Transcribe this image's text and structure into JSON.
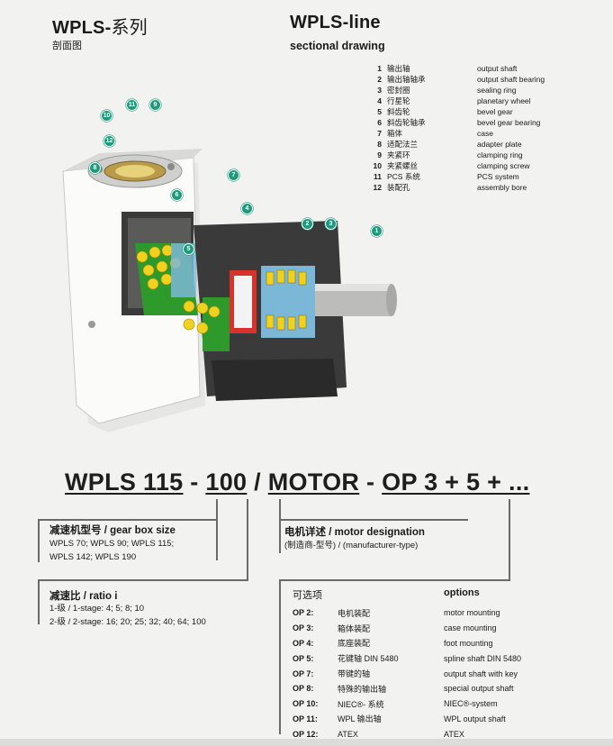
{
  "header_left": {
    "title_latin": "WPLS",
    "title_sep": "-",
    "title_cn": "系列",
    "subtitle": "剖面图"
  },
  "header_right": {
    "title_latin": "WPLS",
    "title_sep": "-",
    "title_word": "line",
    "subtitle": "sectional drawing"
  },
  "parts": [
    {
      "num": "1",
      "cn": "输出轴",
      "en": "output shaft"
    },
    {
      "num": "2",
      "cn": "输出轴轴承",
      "en": "output shaft bearing"
    },
    {
      "num": "3",
      "cn": "密封圈",
      "en": "sealing ring"
    },
    {
      "num": "4",
      "cn": "行星轮",
      "en": "planetary wheel"
    },
    {
      "num": "5",
      "cn": "斜齿轮",
      "en": "bevel gear"
    },
    {
      "num": "6",
      "cn": "斜齿轮轴承",
      "en": "bevel gear bearing"
    },
    {
      "num": "7",
      "cn": "箱体",
      "en": "case"
    },
    {
      "num": "8",
      "cn": "适配法兰",
      "en": "adapter plate"
    },
    {
      "num": "9",
      "cn": "夹紧环",
      "en": "clamping ring"
    },
    {
      "num": "10",
      "cn": "夹紧螺丝",
      "en": "clamping screw"
    },
    {
      "num": "11",
      "cn": "PCS 系统",
      "en": "PCS system"
    },
    {
      "num": "12",
      "cn": "装配孔",
      "en": "assembly bore"
    }
  ],
  "markers": [
    "1",
    "2",
    "3",
    "4",
    "5",
    "6",
    "7",
    "8",
    "9",
    "10",
    "11",
    "12"
  ],
  "type_code": {
    "seg1": "WPLS 115",
    "sep1": " - ",
    "seg2": "100",
    "sep2": " / ",
    "seg3": "MOTOR",
    "sep3": " - ",
    "seg4": "OP 3 + 5 + ..."
  },
  "gearbox": {
    "heading_cn": "减速机型号",
    "heading_en": "/ gear box size",
    "line1": "WPLS 70; WPLS 90; WPLS 115;",
    "line2": "WPLS 142; WPLS 190"
  },
  "motor": {
    "heading_cn": "电机详述",
    "heading_en": "/ motor designation",
    "line1_cn": "(制造商-型号)",
    "line1_en": "/ (manufacturer-type)"
  },
  "ratio": {
    "heading_cn": "减速比",
    "heading_en": "/ ratio i",
    "line1": "1-级 / 1-stage: 4; 5; 8; 10",
    "line2": "2-级 / 2-stage: 16; 20; 25; 32; 40; 64; 100"
  },
  "options": {
    "heading_cn": "可选项",
    "heading_en": "options",
    "items": [
      {
        "code": "OP 2:",
        "cn": "电机装配",
        "en": "motor mounting"
      },
      {
        "code": "OP 3:",
        "cn": "箱体装配",
        "en": "case mounting"
      },
      {
        "code": "OP 4:",
        "cn": "底座装配",
        "en": "foot mounting"
      },
      {
        "code": "OP 5:",
        "cn": "花键轴 DIN 5480",
        "en": "spline shaft DIN 5480"
      },
      {
        "code": "OP 7:",
        "cn": "带键的轴",
        "en": "output shaft with key"
      },
      {
        "code": "OP 8:",
        "cn": "特殊的输出轴",
        "en": "special output shaft"
      },
      {
        "code": "OP 10:",
        "cn": "NIEC®- 系统",
        "en": "NIEC®-system"
      },
      {
        "code": "OP 11:",
        "cn": "WPL 输出轴",
        "en": "WPL output shaft"
      },
      {
        "code": "OP 12:",
        "cn": "ATEX",
        "en": "ATEX"
      }
    ]
  },
  "colors": {
    "marker": "#1f9a7c",
    "gear_yellow": "#f0d21e",
    "gear_green": "#2f9a2c",
    "housing_dark": "#3a3a3a",
    "bearing_blue": "#7bb7d6",
    "gear_red": "#d8322c"
  }
}
